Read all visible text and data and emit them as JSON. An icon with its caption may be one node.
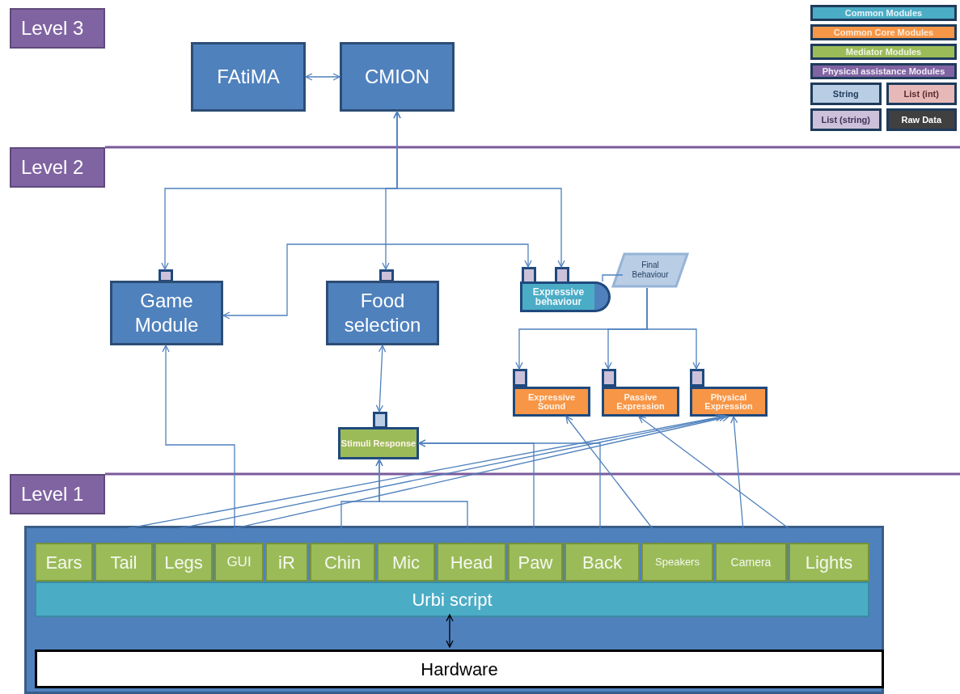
{
  "diagram": {
    "nodes": [
      {
        "text": [
          "Level 3"
        ]
      },
      {
        "text": [
          "FAtiMA"
        ]
      },
      {
        "text": [
          "CMION"
        ]
      },
      {
        "text": [
          "Level 2"
        ]
      },
      {
        "text": [
          "Game Module"
        ]
      },
      {
        "text": [
          "Food selection"
        ]
      },
      {
        "text": [
          "Expressive behaviour"
        ]
      },
      {
        "text": [
          "Final Behaviour"
        ]
      },
      {
        "text": [
          "Expressive Sound"
        ]
      },
      {
        "text": [
          "Passive Expression"
        ]
      },
      {
        "text": [
          "Physical Expression"
        ]
      },
      {
        "text": [
          "Stimuli Response"
        ]
      },
      {
        "text": [
          "Level 1"
        ]
      },
      {
        "text": [],
        "shape": "box"
      },
      {
        "text": [
          "Ears"
        ],
        "in": 13
      },
      {
        "text": [
          "Tail"
        ],
        "in": 13
      },
      {
        "text": [
          "Legs"
        ],
        "in": 13
      },
      {
        "text": [
          "GUI"
        ],
        "in": 13
      },
      {
        "text": [
          "iR"
        ],
        "in": 13
      },
      {
        "text": [
          "Chin"
        ],
        "in": 13
      },
      {
        "text": [
          "Mic"
        ],
        "in": 13
      },
      {
        "text": [
          "Head"
        ],
        "in": 13
      },
      {
        "text": [
          "Paw"
        ],
        "in": 13
      },
      {
        "text": [
          "Back"
        ],
        "in": 13
      },
      {
        "text": [
          "Speakers"
        ],
        "in": 13
      },
      {
        "text": [
          "Camera"
        ],
        "in": 13
      },
      {
        "text": [
          "Lights"
        ],
        "in": 13
      },
      {
        "text": [
          "Urbi script"
        ],
        "in": 13
      },
      {
        "text": [
          "Hardware"
        ],
        "in": 13
      }
    ],
    "edges": [
      {
        "from": 1,
        "to": 2,
        "arrow": "both"
      },
      {
        "from": 4,
        "to": 2,
        "arrow": "both"
      },
      {
        "from": 5,
        "to": 2,
        "arrow": "both"
      },
      {
        "from": 6,
        "to": 2,
        "arrow": "both"
      },
      {
        "from": 4,
        "to": 6,
        "arrow": "both"
      },
      {
        "from": 5,
        "to": 11,
        "arrow": "both"
      },
      {
        "from": 6,
        "to": 7,
        "arrow": "none"
      },
      {
        "from": 7,
        "to": 8,
        "arrow": "to"
      },
      {
        "from": 7,
        "to": 9,
        "arrow": "to"
      },
      {
        "from": 7,
        "to": 10,
        "arrow": "to"
      },
      {
        "from": 17,
        "to": 4,
        "arrow": "to"
      },
      {
        "from": 19,
        "to": 11,
        "arrow": "to"
      },
      {
        "from": 21,
        "to": 11,
        "arrow": "to"
      },
      {
        "from": 22,
        "to": 11,
        "arrow": "to"
      },
      {
        "from": 23,
        "to": 11,
        "arrow": "to"
      },
      {
        "from": 10,
        "to": 14,
        "arrow": "both"
      },
      {
        "from": 10,
        "to": 15,
        "arrow": "both"
      },
      {
        "from": 16,
        "to": 10,
        "arrow": "to"
      },
      {
        "from": 24,
        "to": 8,
        "arrow": "to"
      },
      {
        "from": 25,
        "to": 10,
        "arrow": "to"
      },
      {
        "from": 26,
        "to": 9,
        "arrow": "to"
      },
      {
        "from": 27,
        "to": 28,
        "arrow": "both",
        "color": "#000000"
      }
    ],
    "legend": [
      {
        "text": "Common Modules",
        "color": "#4bacc6"
      },
      {
        "text": "Common Core Modules",
        "color": "#f79646"
      },
      {
        "text": "Mediator Modules",
        "color": "#9bbb59"
      },
      {
        "text": "Physical assistance Modules",
        "color": "#8064a2"
      },
      {
        "text": "String",
        "color": "#b9cde5"
      },
      {
        "text": "List (int)",
        "color": "#e6b9b8"
      },
      {
        "text": "List (string)",
        "color": "#ccc1da"
      },
      {
        "text": "Raw Data",
        "color": "#404040"
      }
    ]
  }
}
